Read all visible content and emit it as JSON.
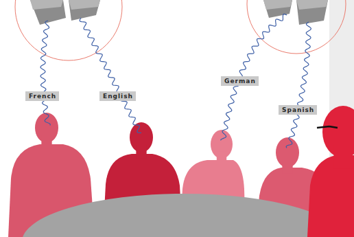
{
  "diagram": {
    "nodes": [
      {
        "text": [
          "French"
        ]
      },
      {
        "text": [
          "English"
        ]
      },
      {
        "text": [
          "German"
        ]
      },
      {
        "text": [
          "Spanish"
        ]
      }
    ]
  }
}
